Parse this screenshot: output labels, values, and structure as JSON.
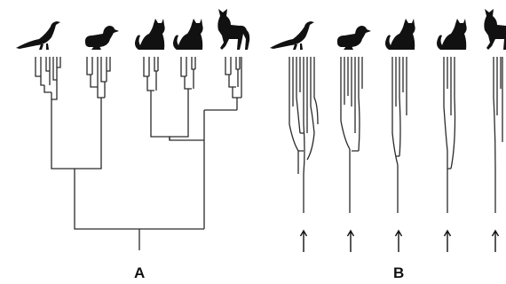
{
  "panels": {
    "a": {
      "label": "A",
      "tips": [
        "bird",
        "duck",
        "cat",
        "cat",
        "horse"
      ]
    },
    "b": {
      "label": "B",
      "tips": [
        "bird",
        "duck",
        "cat",
        "cat",
        "horse"
      ]
    }
  },
  "icons": {
    "bird": "bird-silhouette-icon",
    "duck": "duck-silhouette-icon",
    "cat": "cat-silhouette-icon",
    "horse": "horse-silhouette-icon",
    "arrow": "up-arrow-icon"
  },
  "colors": {
    "ink": "#111111",
    "background": "#ffffff"
  }
}
